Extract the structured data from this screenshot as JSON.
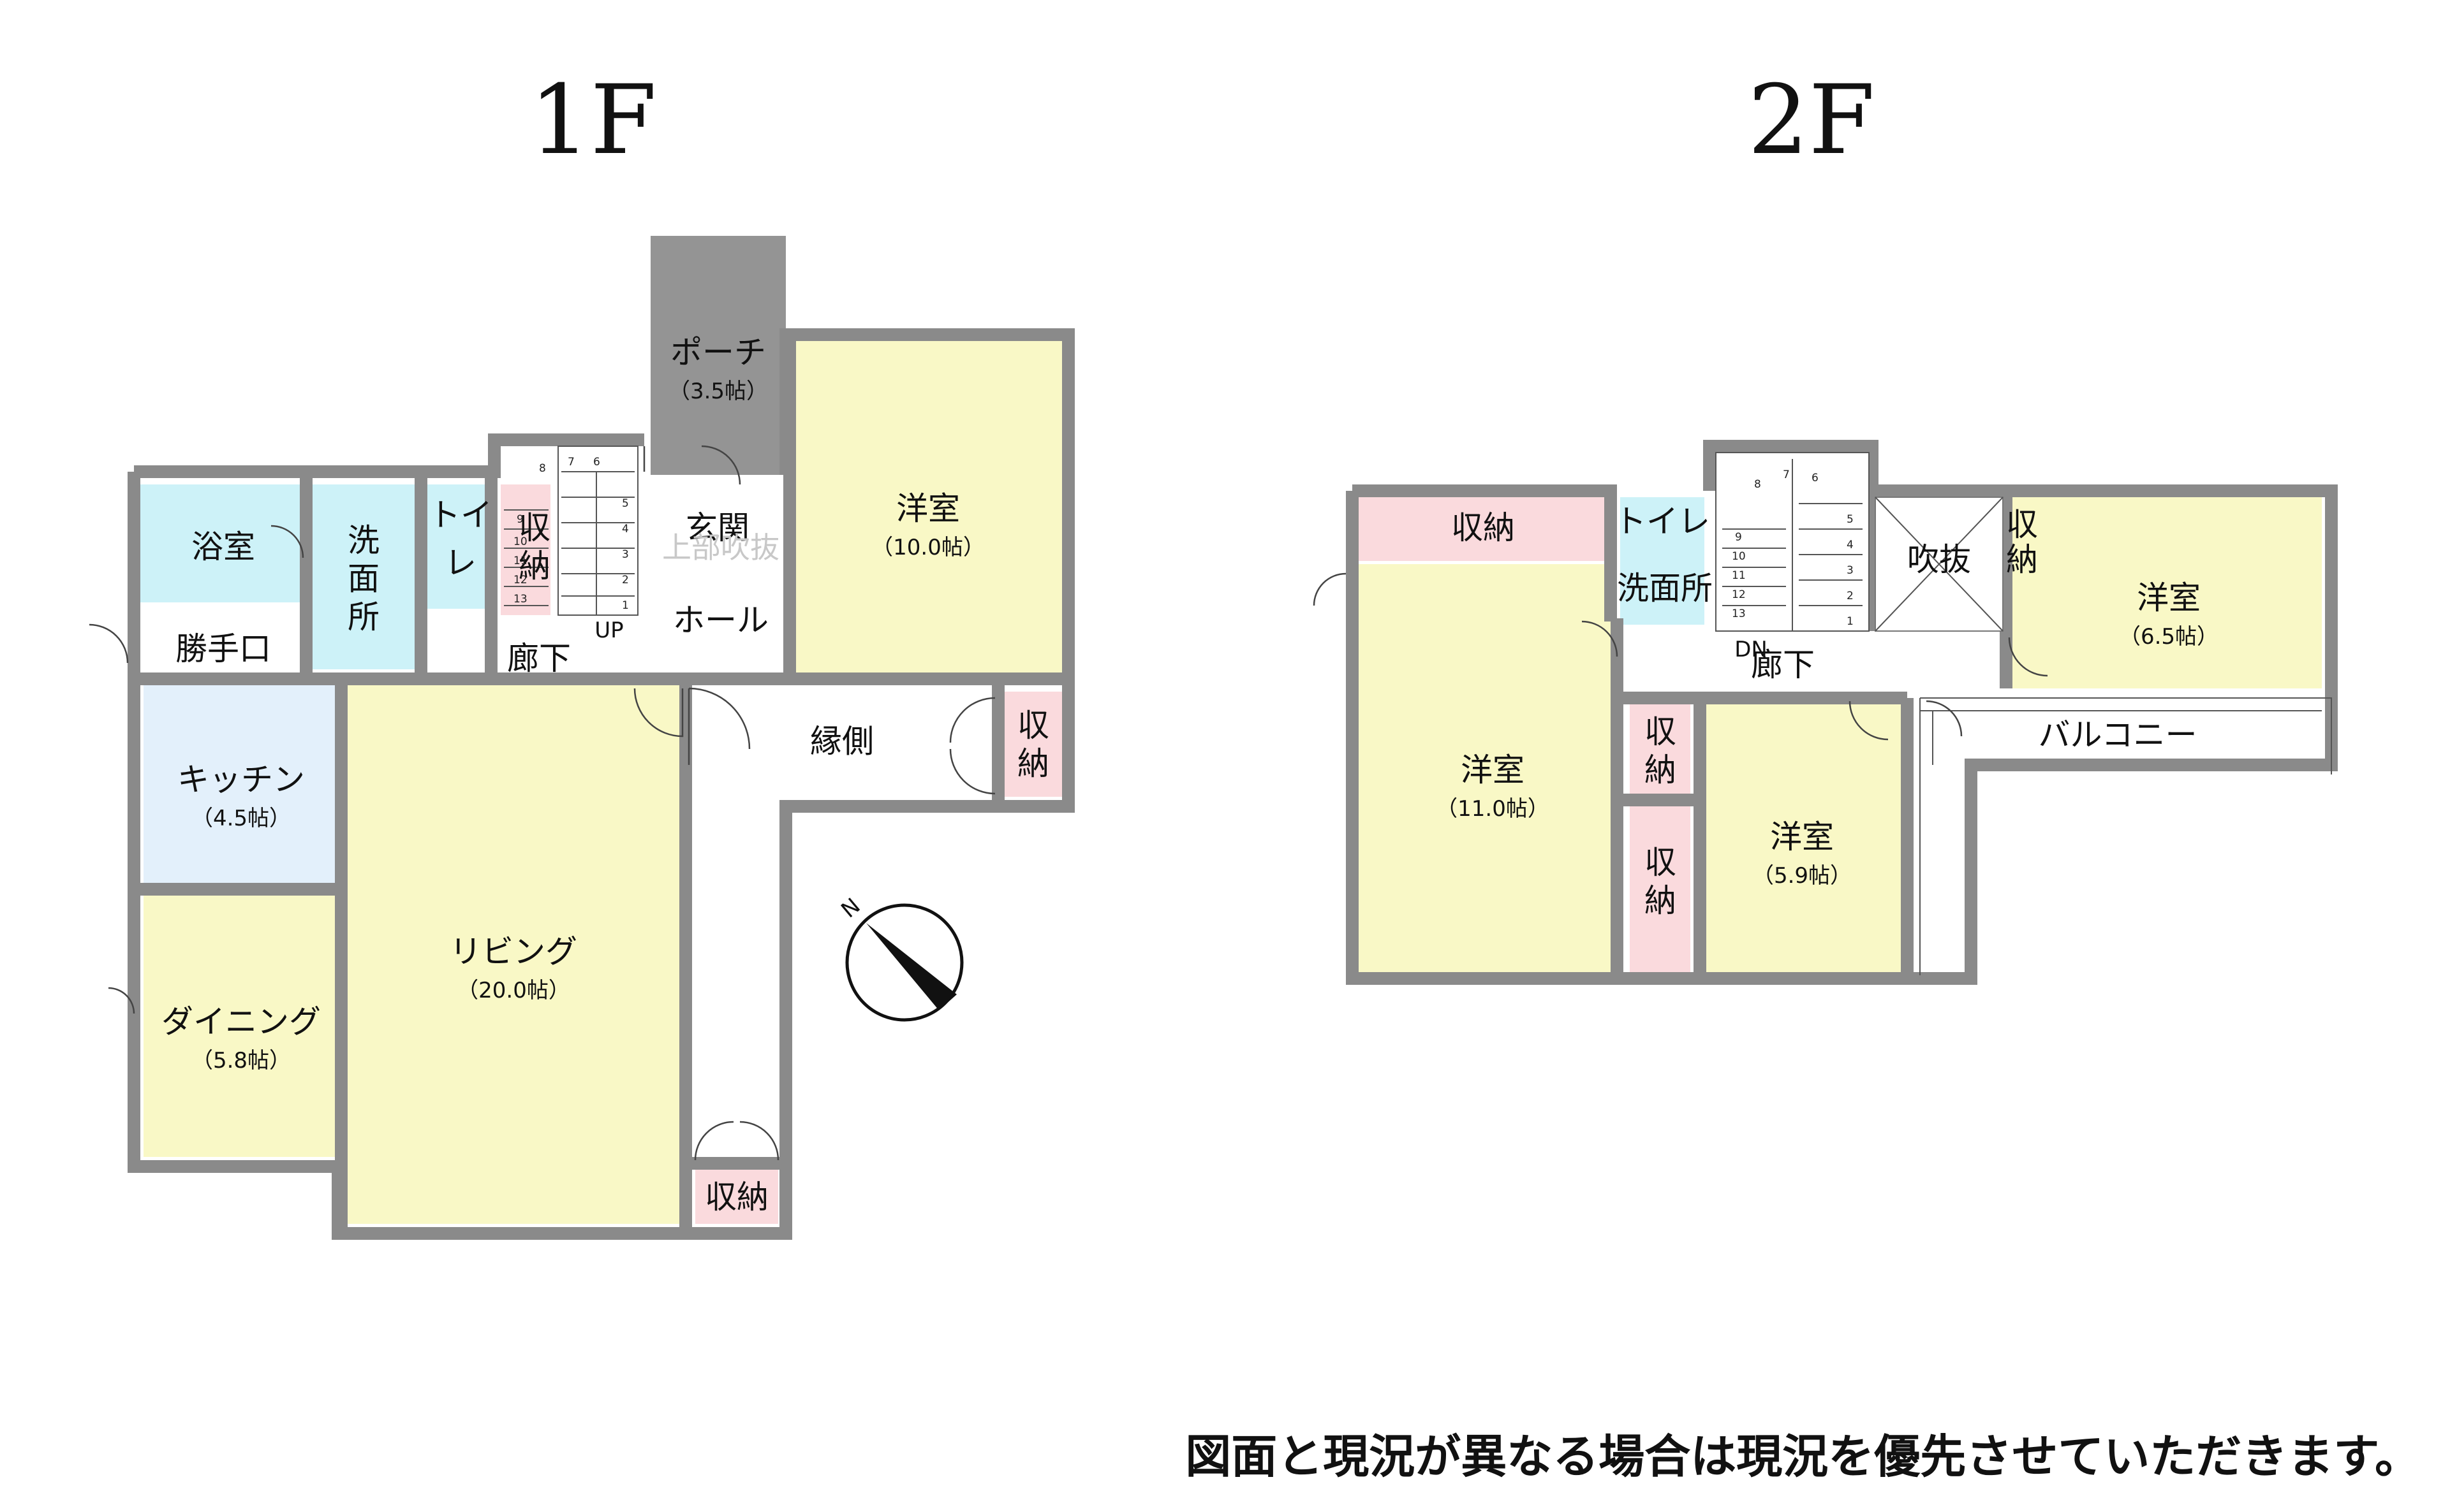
{
  "floors": {
    "f1": {
      "title": "1F"
    },
    "f2": {
      "title": "2F"
    }
  },
  "rooms_1f": {
    "porch": {
      "name": "ポーチ",
      "area": "（3.5帖）"
    },
    "western": {
      "name": "洋室",
      "area": "（10.0帖）"
    },
    "bath": {
      "name": "浴室"
    },
    "washroom_line1": "洗",
    "washroom_line2": "面",
    "washroom_line3": "所",
    "toilet_line1": "トイ",
    "toilet_line2": "レ",
    "storage_stair_line1": "収",
    "storage_stair_line2": "納",
    "entrance": "玄関",
    "void_above": "上部吹抜",
    "hall": "ホール",
    "service_entrance": "勝手口",
    "corridor": "廊下",
    "stairs_up": "UP",
    "veranda": "縁側",
    "storage_veranda_line1": "収",
    "storage_veranda_line2": "納",
    "kitchen": {
      "name": "キッチン",
      "area": "（4.5帖）"
    },
    "living": {
      "name": "リビング",
      "area": "（20.0帖）"
    },
    "dining": {
      "name": "ダイニング",
      "area": "（5.8帖）"
    },
    "storage_bottom": "収納"
  },
  "rooms_2f": {
    "storage_top": "収納",
    "toilet": "トイレ",
    "washroom": "洗面所",
    "void": "吹抜",
    "storage_side_line1": "収",
    "storage_side_line2": "納",
    "western_a": {
      "name": "洋室",
      "area": "（6.5帖）"
    },
    "corridor": "廊下",
    "stairs_down": "DN",
    "western_b": {
      "name": "洋室",
      "area": "（11.0帖）"
    },
    "storage_mid1_line1": "収",
    "storage_mid1_line2": "納",
    "storage_mid2_line1": "収",
    "storage_mid2_line2": "納",
    "western_c": {
      "name": "洋室",
      "area": "（5.9帖）"
    },
    "balcony": "バルコニー"
  },
  "stair_steps_1f": [
    "8",
    "7",
    "6",
    "9",
    "10",
    "11",
    "12",
    "13",
    "5",
    "4",
    "3",
    "2",
    "1"
  ],
  "stair_steps_2f": [
    "8",
    "7",
    "6",
    "9",
    "10",
    "11",
    "12",
    "13",
    "5",
    "4",
    "3",
    "2",
    "1"
  ],
  "compass": {
    "north_label": "N"
  },
  "footer_note": "図面と現況が異なる場合は現況を優先させていただきます。",
  "colors": {
    "western": "#f9f8c6",
    "water": "#cdf2f8",
    "storage": "#fadadd",
    "kitchen": "#e3f0fb",
    "porch": "#949494",
    "wall": "#8a8a8a"
  }
}
